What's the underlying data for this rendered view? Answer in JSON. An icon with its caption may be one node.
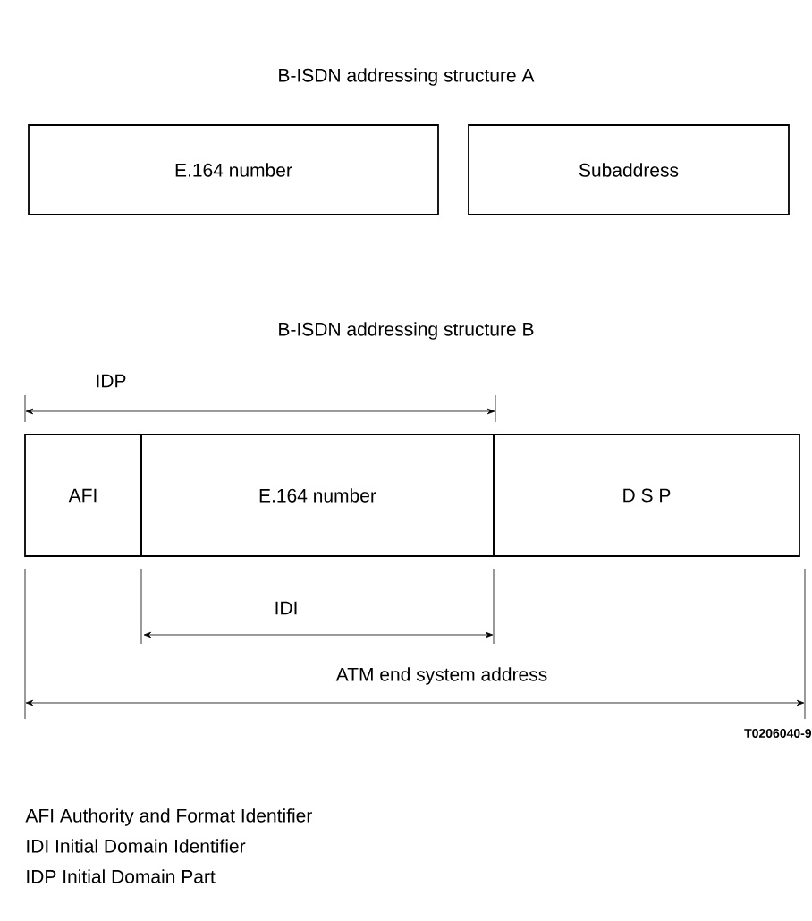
{
  "diagram": {
    "nodes": [
      {
        "text": [
          "E.164 number"
        ]
      },
      {
        "text": [
          "Subaddress"
        ]
      },
      {
        "text": [
          "AFI"
        ]
      },
      {
        "text": [
          "E.164 number"
        ]
      },
      {
        "text": [
          "D S P"
        ]
      }
    ],
    "labels": [
      "B-ISDN addressing structure A",
      "B-ISDN addressing structure B",
      "IDP",
      "IDI",
      "ATM end system address",
      "T0206040-9",
      "AFI Authority and Format Identifier",
      "IDI Initial Domain Identifier",
      "IDP Initial Domain Part"
    ]
  }
}
